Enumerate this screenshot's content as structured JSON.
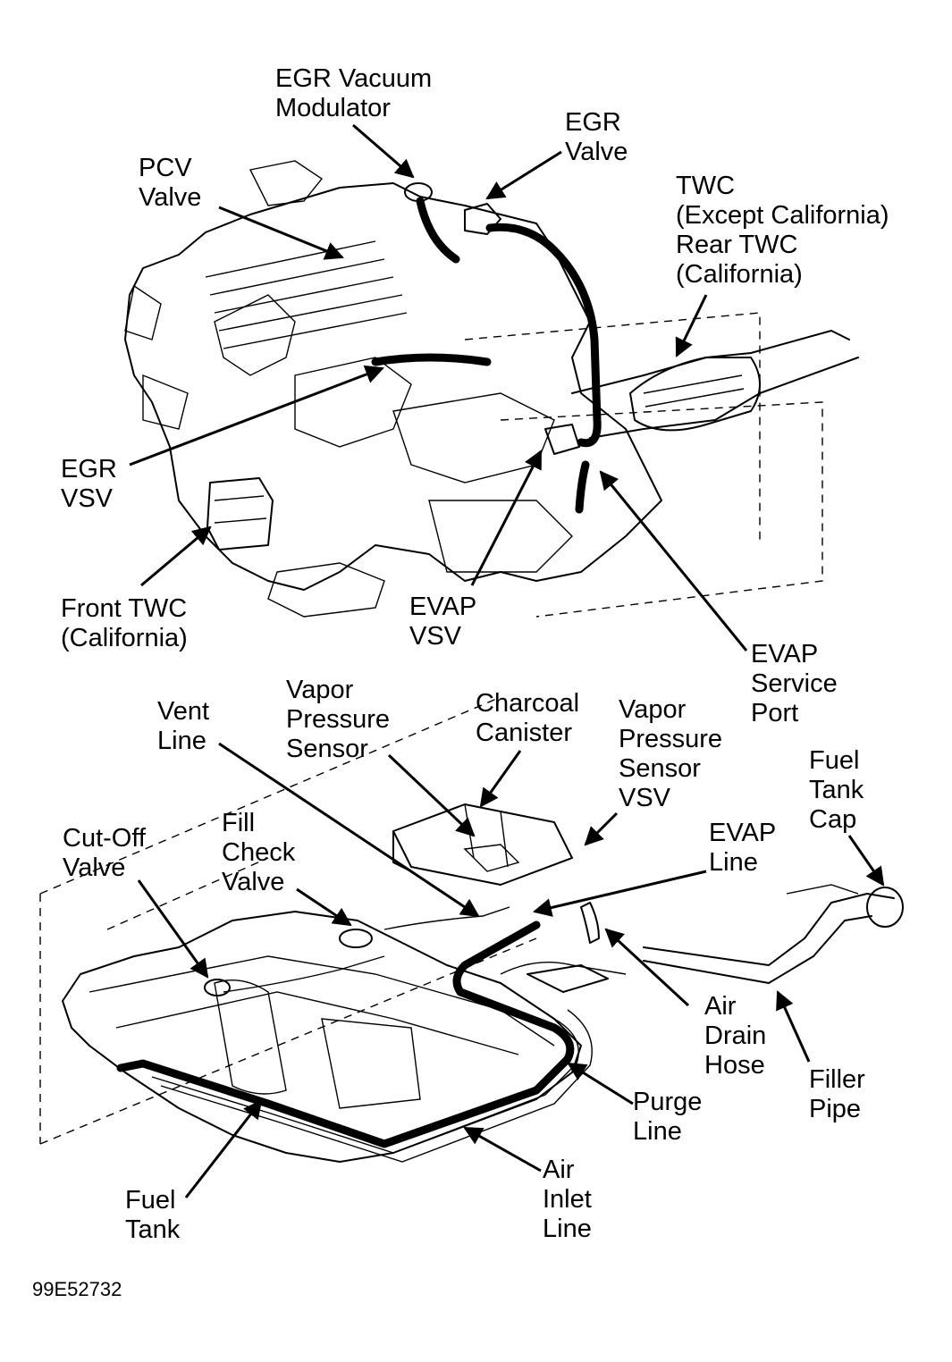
{
  "labels": {
    "egr_vacuum_modulator": [
      "EGR Vacuum",
      "Modulator"
    ],
    "egr_valve": [
      "EGR",
      "Valve"
    ],
    "pcv_valve": [
      "PCV",
      "Valve"
    ],
    "twc": [
      "TWC",
      "(Except California)",
      "Rear TWC",
      "(California)"
    ],
    "egr_vsv": [
      "EGR",
      "VSV"
    ],
    "front_twc": [
      "Front TWC",
      "(California)"
    ],
    "evap_vsv": [
      "EVAP",
      "VSV"
    ],
    "evap_service_port": [
      "EVAP",
      "Service",
      "Port"
    ],
    "vent_line": [
      "Vent",
      "Line"
    ],
    "vapor_pressure_sensor": [
      "Vapor",
      "Pressure",
      "Sensor"
    ],
    "charcoal_canister": [
      "Charcoal",
      "Canister"
    ],
    "vapor_pressure_sensor_vsv": [
      "Vapor",
      "Pressure",
      "Sensor",
      "VSV"
    ],
    "fuel_tank_cap": [
      "Fuel",
      "Tank",
      "Cap"
    ],
    "cut_off_valve": [
      "Cut-Off",
      "Valve"
    ],
    "fill_check_valve": [
      "Fill",
      "Check",
      "Valve"
    ],
    "evap_line": [
      "EVAP",
      "Line"
    ],
    "air_drain_hose": [
      "Air",
      "Drain",
      "Hose"
    ],
    "filler_pipe": [
      "Filler",
      "Pipe"
    ],
    "purge_line": [
      "Purge",
      "Line"
    ],
    "air_inlet_line": [
      "Air",
      "Inlet",
      "Line"
    ],
    "fuel_tank": [
      "Fuel",
      "Tank"
    ]
  },
  "figure_id": "99E52732"
}
